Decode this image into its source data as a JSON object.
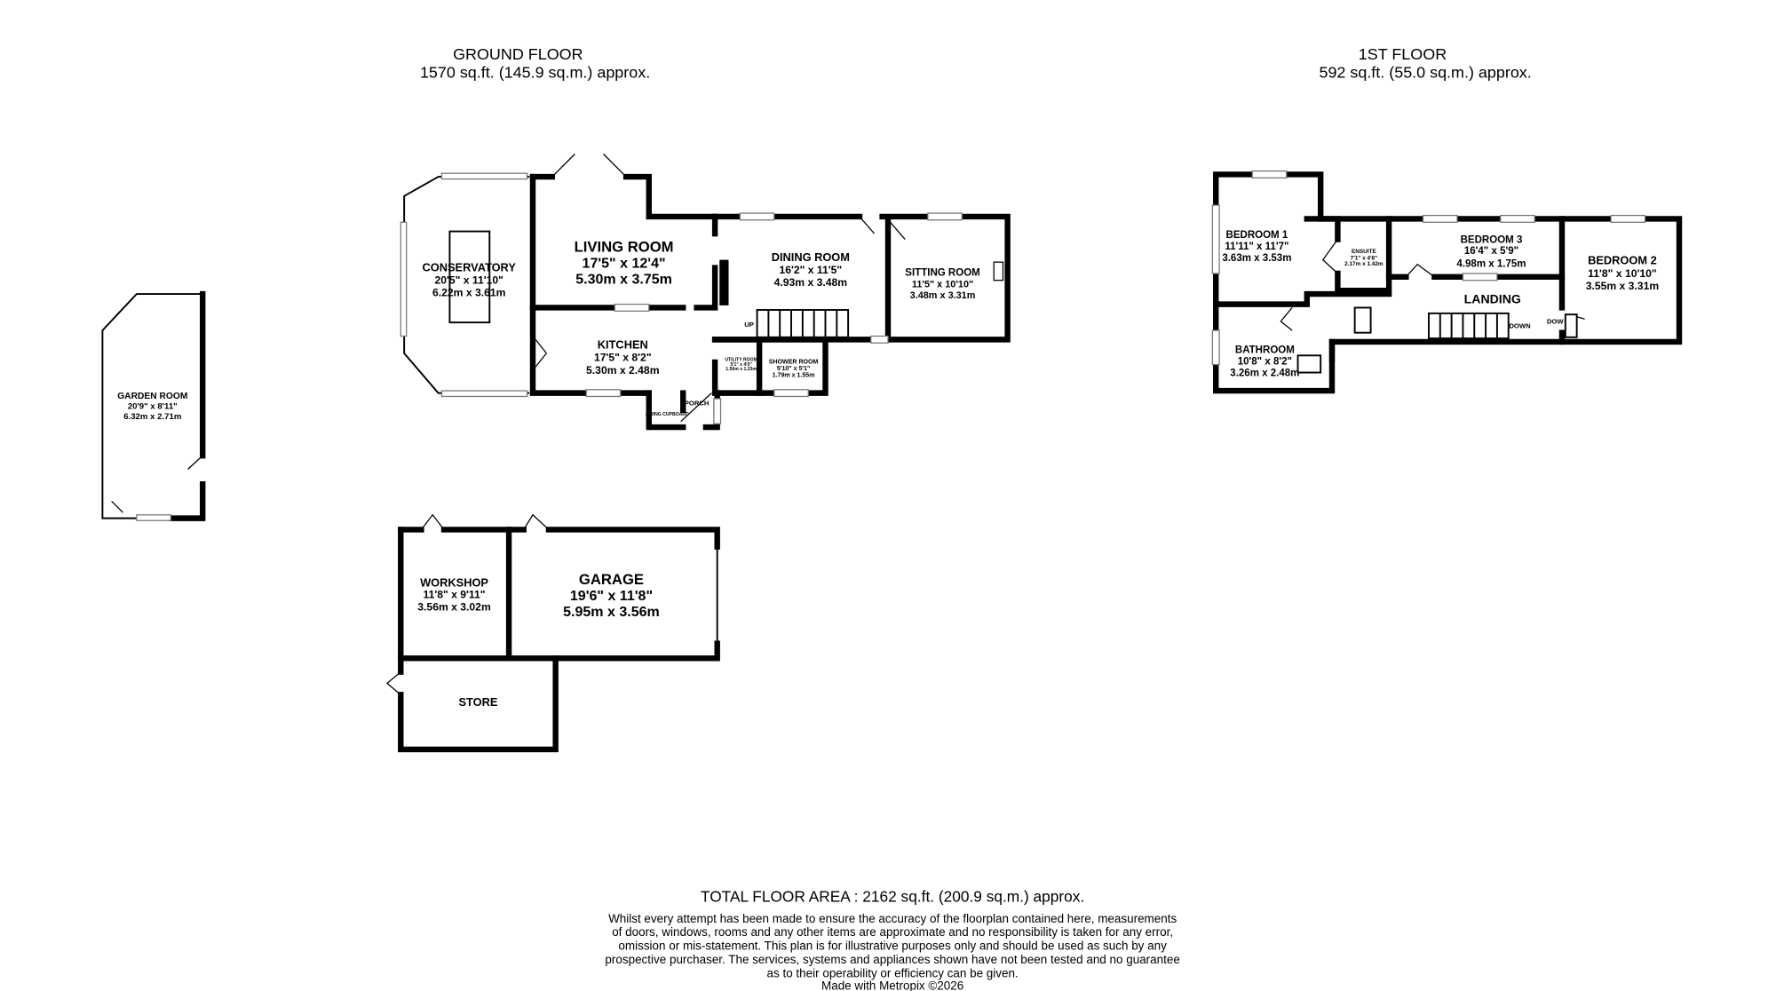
{
  "ground_floor": {
    "title": "GROUND FLOOR",
    "area": "1570 sq.ft. (145.9 sq.m.) approx.",
    "rooms": {
      "conservatory": {
        "name": "CONSERVATORY",
        "imperial": "20'5\" x 11'10\"",
        "metric": "6.22m x 3.61m"
      },
      "living_room": {
        "name": "LIVING ROOM",
        "imperial": "17'5\" x 12'4\"",
        "metric": "5.30m x 3.75m"
      },
      "dining_room": {
        "name": "DINING ROOM",
        "imperial": "16'2\" x 11'5\"",
        "metric": "4.93m x 3.48m"
      },
      "sitting_room": {
        "name": "SITTING ROOM",
        "imperial": "11'5\" x 10'10\"",
        "metric": "3.48m x 3.31m"
      },
      "kitchen": {
        "name": "KITCHEN",
        "imperial": "17'5\" x 8'2\"",
        "metric": "5.30m x 2.48m"
      },
      "utility_room": {
        "name": "UTILITY ROOM",
        "imperial": "5'1\" x 4'0\"",
        "metric": "1.56m x 1.23m"
      },
      "shower_room": {
        "name": "SHOWER ROOM",
        "imperial": "5'10\" x 5'1\"",
        "metric": "1.79m x 1.55m"
      },
      "porch": {
        "name": "PORCH"
      },
      "airing_cupboard": {
        "name": "AIRING CUPBOARD"
      },
      "garden_room": {
        "name": "GARDEN ROOM",
        "imperial": "20'9\" x 8'11\"",
        "metric": "6.32m x 2.71m"
      },
      "workshop": {
        "name": "WORKSHOP",
        "imperial": "11'8\" x 9'11\"",
        "metric": "3.56m x 3.02m"
      },
      "garage": {
        "name": "GARAGE",
        "imperial": "19'6\" x 11'8\"",
        "metric": "5.95m x 3.56m"
      },
      "store": {
        "name": "STORE"
      }
    },
    "stairs_label": "UP"
  },
  "first_floor": {
    "title": "1ST FLOOR",
    "area": "592 sq.ft. (55.0 sq.m.) approx.",
    "rooms": {
      "bedroom_1": {
        "name": "BEDROOM 1",
        "imperial": "11'11\" x 11'7\"",
        "metric": "3.63m x 3.53m"
      },
      "ensuite": {
        "name": "ENSUITE",
        "imperial": "7'1\" x 4'8\"",
        "metric": "2.17m x 1.42m"
      },
      "bedroom_3": {
        "name": "BEDROOM 3",
        "imperial": "16'4\" x 5'9\"",
        "metric": "4.98m x 1.75m"
      },
      "bedroom_2": {
        "name": "BEDROOM 2",
        "imperial": "11'8\" x 10'10\"",
        "metric": "3.55m x 3.31m"
      },
      "landing": {
        "name": "LANDING"
      },
      "bathroom": {
        "name": "BATHROOM",
        "imperial": "10'8\" x 8'2\"",
        "metric": "3.26m x 2.48m"
      }
    },
    "stairs_label": "DOWN",
    "stairs_label_2": "DOW"
  },
  "footer": {
    "total": "TOTAL FLOOR AREA : 2162 sq.ft. (200.9 sq.m.) approx.",
    "disclaimer": [
      "Whilst every attempt has been made to ensure the accuracy of the floorplan contained here, measurements",
      "of doors, windows, rooms and any other items are approximate and no responsibility is taken for any error,",
      "omission or mis-statement. This plan is for illustrative purposes only and should be used as such by any",
      "prospective purchaser. The services, systems and appliances shown have not been tested and no guarantee",
      "as to their operability or efficiency can be given."
    ],
    "credit": "Made with Metropix ©2026"
  }
}
